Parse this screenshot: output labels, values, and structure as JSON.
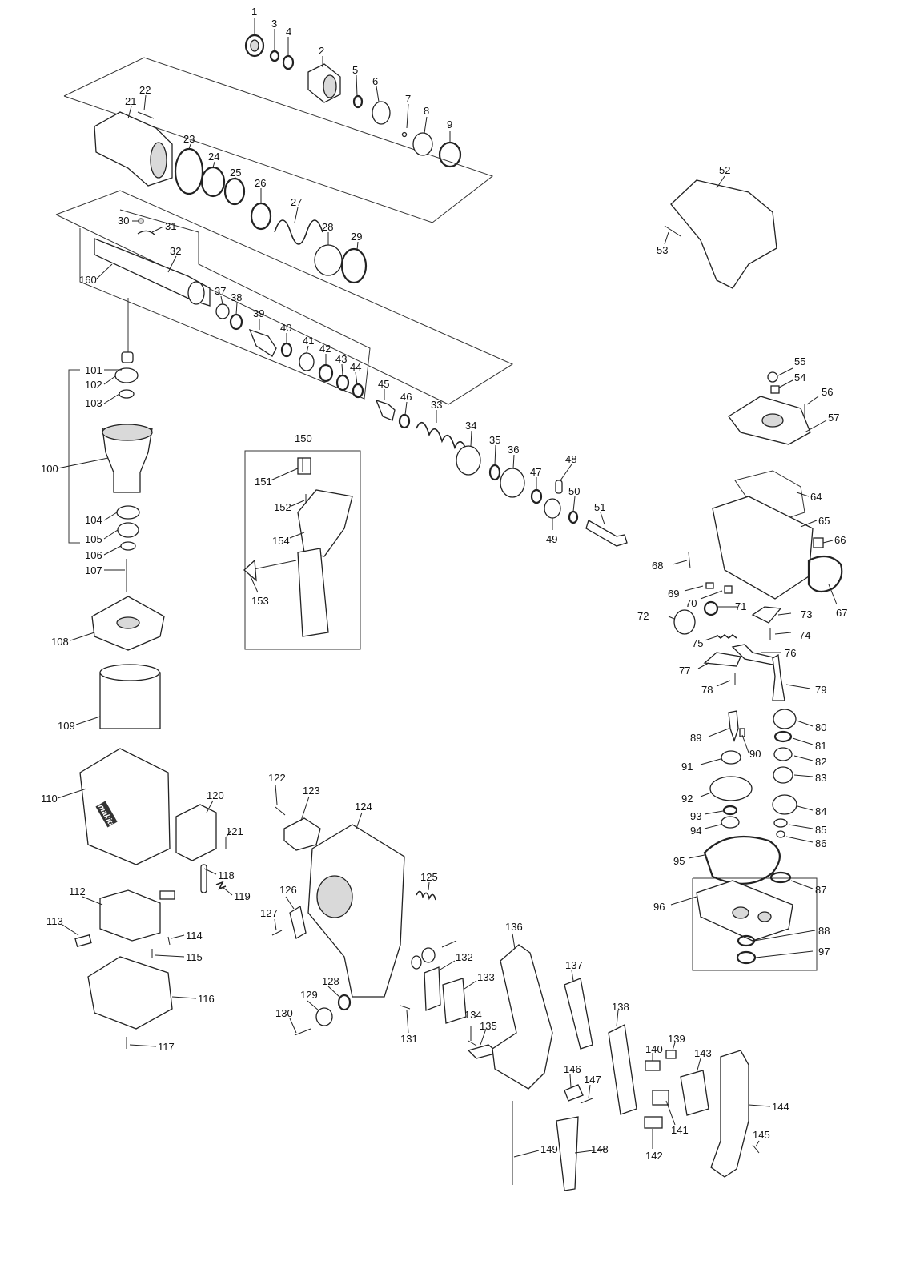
{
  "labels": {
    "p1": "1",
    "p2": "2",
    "p3": "3",
    "p4": "4",
    "p5": "5",
    "p6": "6",
    "p7": "7",
    "p8": "8",
    "p9": "9",
    "p21": "21",
    "p22": "22",
    "p23": "23",
    "p24": "24",
    "p25": "25",
    "p26": "26",
    "p27": "27",
    "p28": "28",
    "p29": "29",
    "p30": "30",
    "p31": "31",
    "p32": "32",
    "p33": "33",
    "p34": "34",
    "p35": "35",
    "p36": "36",
    "p37": "37",
    "p38": "38",
    "p39": "39",
    "p40": "40",
    "p41": "41",
    "p42": "42",
    "p43": "43",
    "p44": "44",
    "p45": "45",
    "p46": "46",
    "p47": "47",
    "p48": "48",
    "p49": "49",
    "p50": "50",
    "p51": "51",
    "p52": "52",
    "p53": "53",
    "p54": "54",
    "p55": "55",
    "p56": "56",
    "p57": "57",
    "p64": "64",
    "p65": "65",
    "p66": "66",
    "p67": "67",
    "p68": "68",
    "p69": "69",
    "p70": "70",
    "p71": "71",
    "p72": "72",
    "p73": "73",
    "p74": "74",
    "p75": "75",
    "p76": "76",
    "p77": "77",
    "p78": "78",
    "p79": "79",
    "p80": "80",
    "p81": "81",
    "p82": "82",
    "p83": "83",
    "p84": "84",
    "p85": "85",
    "p86": "86",
    "p87": "87",
    "p88": "88",
    "p89": "89",
    "p90": "90",
    "p91": "91",
    "p92": "92",
    "p93": "93",
    "p94": "94",
    "p95": "95",
    "p96": "96",
    "p97": "97",
    "p100": "100",
    "p101": "101",
    "p102": "102",
    "p103": "103",
    "p104": "104",
    "p105": "105",
    "p106": "106",
    "p107": "107",
    "p108": "108",
    "p109": "109",
    "p110": "110",
    "p112": "112",
    "p113": "113",
    "p114": "114",
    "p115": "115",
    "p116": "116",
    "p117": "117",
    "p118": "118",
    "p119": "119",
    "p120": "120",
    "p121": "121",
    "p122": "122",
    "p123": "123",
    "p124": "124",
    "p125": "125",
    "p126": "126",
    "p127": "127",
    "p128": "128",
    "p129": "129",
    "p130": "130",
    "p131": "131",
    "p132": "132",
    "p133": "133",
    "p134": "134",
    "p135": "135",
    "p136": "136",
    "p137": "137",
    "p138": "138",
    "p139": "139",
    "p140": "140",
    "p141": "141",
    "p142": "142",
    "p143": "143",
    "p144": "144",
    "p145": "145",
    "p146": "146",
    "p147": "147",
    "p148": "148",
    "p149": "149",
    "p150": "150",
    "p151": "151",
    "p152": "152",
    "p153": "153",
    "p154": "154",
    "p160": "160"
  },
  "brand": {
    "logo": "makita"
  }
}
